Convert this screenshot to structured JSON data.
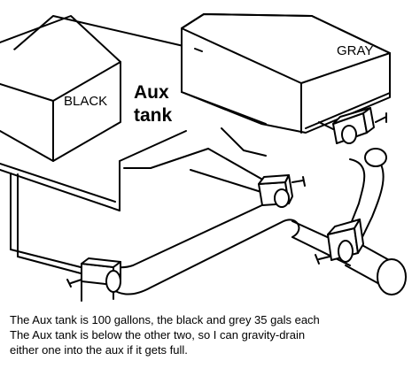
{
  "labels": {
    "black_tank": "BLACK",
    "gray_tank": "GRAY",
    "aux_tank_line1": "Aux",
    "aux_tank_line2": "tank"
  },
  "caption": {
    "line1": "The Aux tank is 100 gallons, the black and grey 35 gals each",
    "line2": "The Aux tank is below the other two, so I can gravity-drain",
    "line3": "either one into the aux if it gets full."
  },
  "colors": {
    "ink": "#000000",
    "background": "#ffffff"
  },
  "icons": {
    "valve": "gate-valve-icon",
    "handle": "valve-handle-icon"
  }
}
